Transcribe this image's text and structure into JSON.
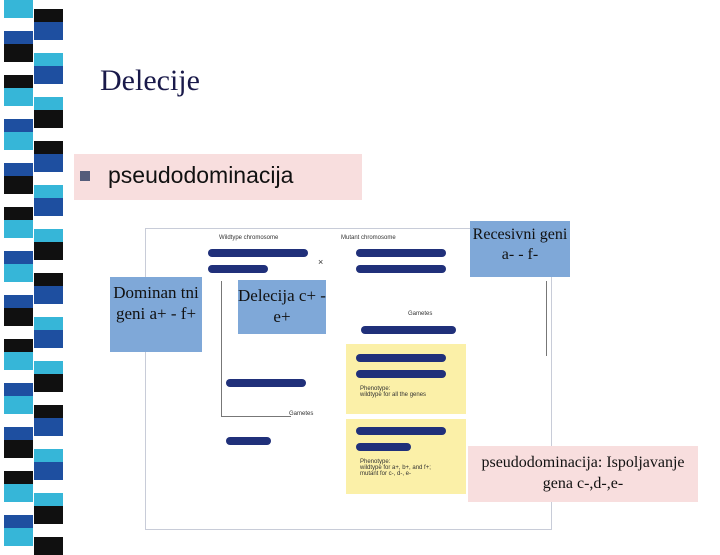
{
  "slide": {
    "title": "Delecije",
    "bullet": "pseudodominacija"
  },
  "figure": {
    "wildtype_label": "Wildtype chromosome",
    "mutant_label": "Mutant chromosome",
    "gametes_label_1": "Gametes",
    "gametes_label_2": "Gametes",
    "phenotype_1": "Phenotype:\nwildtype for all the genes",
    "phenotype_2": "Phenotype:\nwildtype for a+, b+, and f+;\nmutant for c-, d-, e-"
  },
  "callouts": {
    "recessive": "Recesivni geni a- - f-",
    "dominant": "Dominan tni geni a+ - f+",
    "deletion": "Delecija c+ - e+",
    "pseudo": "pseudodominacija: Ispoljavanje gena c-,d-,e-"
  },
  "colors": {
    "strip_blue": "#1e4fa0",
    "strip_cyan": "#36b6d8",
    "strip_dark": "#101010",
    "callout_pink": "#f8dede",
    "callout_blue": "#7fa8d8",
    "highlight_yellow": "#fbf0a8"
  }
}
